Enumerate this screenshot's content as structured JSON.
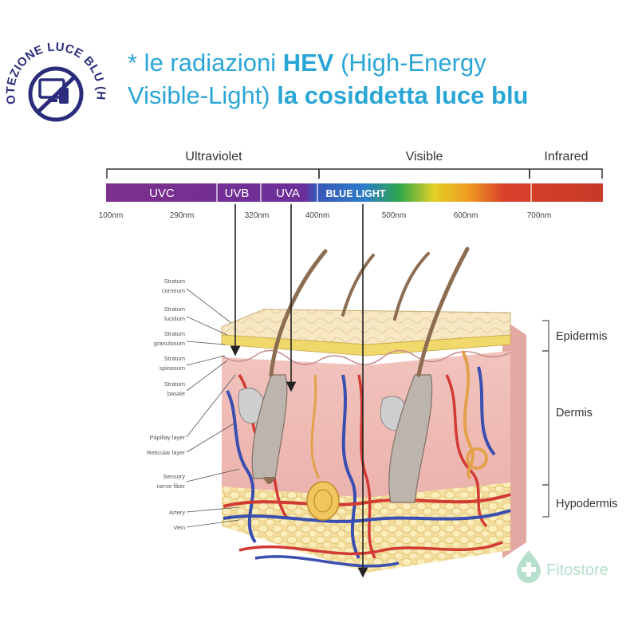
{
  "headline": {
    "line1_a": "* le radiazioni ",
    "line1_bold": "HEV",
    "line1_b": " (High-Energy",
    "line2_a": "Visible-Light) ",
    "line2_bold": "la cosiddetta luce blu"
  },
  "badge": {
    "arc_text": "PROTEZIONE LUCE BLU (HEV)",
    "color": "#2b2d7c",
    "icon": "no-devices-icon"
  },
  "spectrum": {
    "regions": [
      "Ultraviolet",
      "Visible",
      "Infrared"
    ],
    "bands": [
      "UVC",
      "UVB",
      "UVA",
      "BLUE LIGHT"
    ],
    "wavelengths": [
      "100nm",
      "290nm",
      "320nm",
      "400nm",
      "500nm",
      "600nm",
      "700nm"
    ],
    "colors": {
      "uv": "#7a2f8f",
      "blue": "#2f67c2",
      "infrared": "#c8402a"
    }
  },
  "skin": {
    "left_labels": [
      [
        "Stratum",
        "corneum"
      ],
      [
        "Stratum",
        "lucidum"
      ],
      [
        "Stratum",
        "granulosum"
      ],
      [
        "Stratum",
        "spinosum"
      ],
      [
        "Stratum",
        "basale"
      ],
      [
        "Papillay layer"
      ],
      [
        "Reticular layer"
      ],
      [
        "Sensory",
        "nerve fiber"
      ],
      [
        "Artery"
      ],
      [
        "Vein"
      ]
    ],
    "right_labels": [
      "Epidermis",
      "Dermis",
      "Hypodermis"
    ]
  },
  "brand": {
    "name": "Fitostore",
    "icon": "water-drop-plus-icon"
  }
}
